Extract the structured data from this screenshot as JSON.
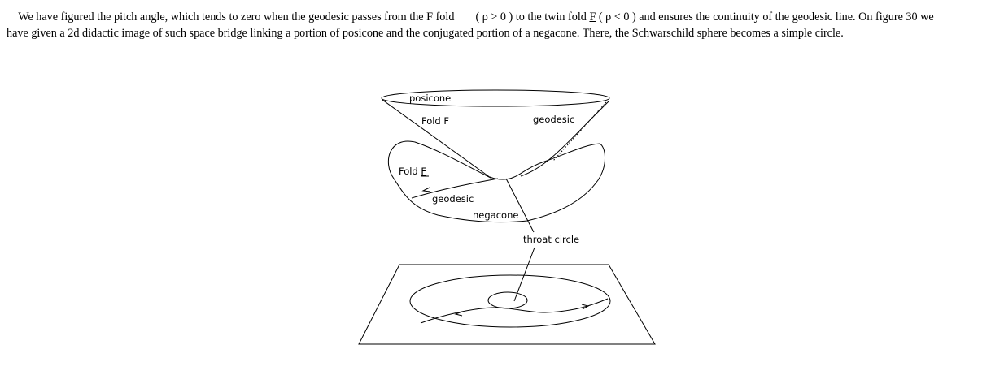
{
  "paragraph": {
    "line1_a": "We have figured the pitch angle, which tends to zero when the geodesic passes from the F fold",
    "line1_b": "( ρ > 0 ) to the twin fold",
    "line1_fold": "F",
    "line1_c": "( ρ < 0 ) and ensures the continuity of the geodesic line. On figure 30 we",
    "line2": "have given a 2d didactic image of such space bridge linking a portion of posicone and the conjugated portion of a negacone. There, the Schwarschild sphere becomes a simple circle."
  },
  "figure": {
    "labels": {
      "posicone": "posicone",
      "fold_f": "Fold F",
      "geodesic_top": "geodesic",
      "fold_fbar_prefix": "Fold ",
      "fold_fbar_letter": "F",
      "geodesic_bottom": "geodesic",
      "negacone": "negacone",
      "throat_circle": "throat circle"
    }
  }
}
